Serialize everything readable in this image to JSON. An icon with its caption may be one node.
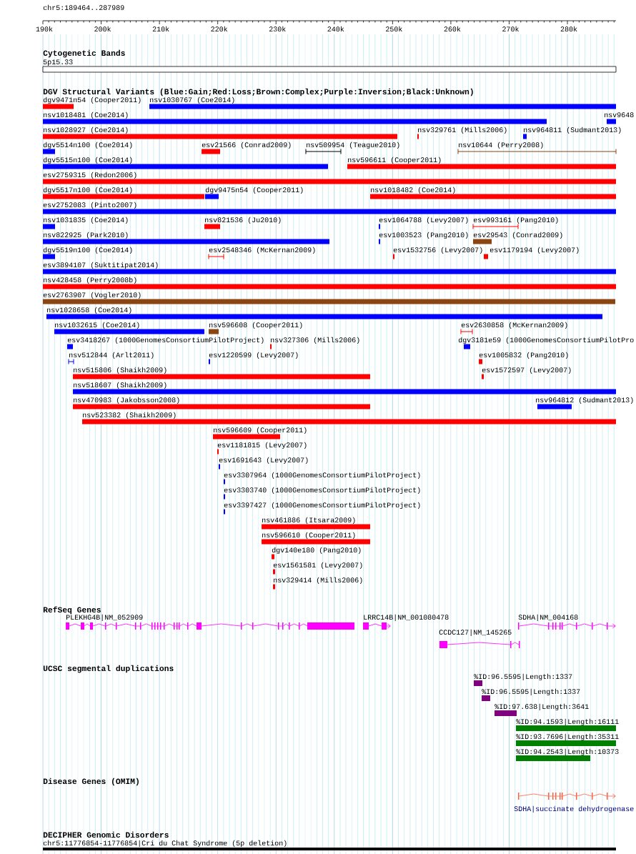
{
  "diagram": {
    "nodes": [
      {
        "text": [
          "5p15.33"
        ]
      },
      {
        "text": [
          "dgv9471n54 (Cooper2011)"
        ]
      },
      {
        "text": [
          "nsv1030767 (Coe2014)"
        ]
      },
      {
        "text": [
          "nsv1018481 (Coe2014)"
        ]
      },
      {
        "text": [
          "nsv9648"
        ]
      },
      {
        "text": [
          "nsv1028927 (Coe2014)"
        ]
      },
      {
        "text": [
          "nsv329761 (Mills2006)"
        ]
      },
      {
        "text": [
          "nsv964811 (Sudmant2013)"
        ]
      },
      {
        "text": [
          "dgv5514n100 (Coe2014)"
        ]
      },
      {
        "text": [
          "esv21566 (Conrad2009)"
        ]
      },
      {
        "text": [
          "nsv509954 (Teague2010)"
        ]
      },
      {
        "text": [
          "nsv10644 (Perry2008)"
        ]
      },
      {
        "text": [
          "dgv5515n100 (Coe2014)"
        ]
      },
      {
        "text": [
          "nsv596611 (Cooper2011)"
        ]
      },
      {
        "text": [
          "esv2759315 (Redon2006)"
        ]
      },
      {
        "text": [
          "dgv5517n100 (Coe2014)"
        ]
      },
      {
        "text": [
          "dgv9475n54 (Cooper2011)"
        ]
      },
      {
        "text": [
          "nsv1018482 (Coe2014)"
        ]
      },
      {
        "text": [
          "esv2752083 (Pinto2007)"
        ]
      },
      {
        "text": [
          "nsv1031835 (Coe2014)"
        ]
      },
      {
        "text": [
          "nsv821536 (Ju2010)"
        ]
      },
      {
        "text": [
          "esv1064788 (Levy2007)"
        ]
      },
      {
        "text": [
          "esv993161 (Pang2010)"
        ]
      },
      {
        "text": [
          "nsv822925 (Park2010)"
        ]
      },
      {
        "text": [
          "esv1003523 (Pang2010)"
        ]
      },
      {
        "text": [
          "esv29543 (Conrad2009)"
        ]
      },
      {
        "text": [
          "dgv5519n100 (Coe2014)"
        ]
      },
      {
        "text": [
          "esv2548346 (McKernan2009)"
        ]
      },
      {
        "text": [
          "esv1532756 (Levy2007)"
        ]
      },
      {
        "text": [
          "esv1179194 (Levy2007)"
        ]
      },
      {
        "text": [
          "esv3894107 (Suktitipat2014)"
        ]
      },
      {
        "text": [
          "nsv428458 (Perry2008b)"
        ]
      },
      {
        "text": [
          "esv2763907 (Vogler2010)"
        ]
      },
      {
        "text": [
          "nsv1028658 (Coe2014)"
        ]
      },
      {
        "text": [
          "nsv1032615 (Coe2014)"
        ]
      },
      {
        "text": [
          "nsv596608 (Cooper2011)"
        ]
      },
      {
        "text": [
          "esv2630858 (McKernan2009)"
        ]
      },
      {
        "text": [
          "esv3418267 (1000GenomesConsortiumPilotProject)"
        ]
      },
      {
        "text": [
          "nsv327306 (Mills2006)"
        ]
      },
      {
        "text": [
          "dgv3181e59 (1000GenomesConsortiumPilotPro"
        ]
      },
      {
        "text": [
          "nsv512844 (Arlt2011)"
        ]
      },
      {
        "text": [
          "esv1220599 (Levy2007)"
        ]
      },
      {
        "text": [
          "esv1005832 (Pang2010)"
        ]
      },
      {
        "text": [
          "nsv515806 (Shaikh2009)"
        ]
      },
      {
        "text": [
          "esv1572597 (Levy2007)"
        ]
      },
      {
        "text": [
          "nsv518607 (Shaikh2009)"
        ]
      },
      {
        "text": [
          "nsv470983 (Jakobsson2008)"
        ]
      },
      {
        "text": [
          "nsv964812 (Sudmant2013)"
        ]
      },
      {
        "text": [
          "nsv523382 (Shaikh2009)"
        ]
      },
      {
        "text": [
          "nsv596609 (Cooper2011)"
        ]
      },
      {
        "text": [
          "esv1181815 (Levy2007)"
        ]
      },
      {
        "text": [
          "esv1691643 (Levy2007)"
        ]
      },
      {
        "text": [
          "esv3307964 (1000GenomesConsortiumPilotProject)"
        ]
      },
      {
        "text": [
          "esv3303740 (1000GenomesConsortiumPilotProject)"
        ]
      },
      {
        "text": [
          "esv3397427 (1000GenomesConsortiumPilotProject)"
        ]
      },
      {
        "text": [
          "nsv461886 (Itsara2009)"
        ]
      },
      {
        "text": [
          "nsv596610 (Cooper2011)"
        ]
      },
      {
        "text": [
          "dgv140e180 (Pang2010)"
        ]
      },
      {
        "text": [
          "esv1561581 (Levy2007)"
        ]
      },
      {
        "text": [
          "nsv329414 (Mills2006)"
        ]
      },
      {
        "text": [
          "PLEKHG4B|NM_052909"
        ]
      },
      {
        "text": [
          "LRRC14B|NM_001080478"
        ]
      },
      {
        "text": [
          "SDHA|NM_004168"
        ]
      },
      {
        "text": [
          "CCDC127|NM_145265"
        ]
      },
      {
        "text": [
          "%ID:96.5595|Length:1337"
        ]
      },
      {
        "text": [
          "%ID:96.5595|Length:1337"
        ]
      },
      {
        "text": [
          "%ID:97.638|Length:3641"
        ]
      },
      {
        "text": [
          "%ID:94.1593|Length:16111"
        ]
      },
      {
        "text": [
          "%ID:93.7696|Length:35311"
        ]
      },
      {
        "text": [
          "%ID:94.2543|Length:10373"
        ]
      },
      {
        "text": [
          "SDHA|succinate dehydrogenase"
        ]
      },
      {
        "text": [
          "chr5:11776854-11776854|Cri du Chat Syndrome (5p deletion)"
        ]
      }
    ],
    "labels": [
      "chr5:189464..287989",
      "190k",
      "200k",
      "210k",
      "220k",
      "230k",
      "240k",
      "250k",
      "260k",
      "270k",
      "280k",
      "Cytogenetic Bands",
      "DGV Structural Variants (Blue:Gain;Red:Loss;Brown:Complex;Purple:Inversion;Black:Unknown)",
      "RefSeq Genes",
      "UCSC segmental duplications",
      "Disease Genes (OMIM)",
      "DECIPHER Genomic Disorders"
    ]
  }
}
